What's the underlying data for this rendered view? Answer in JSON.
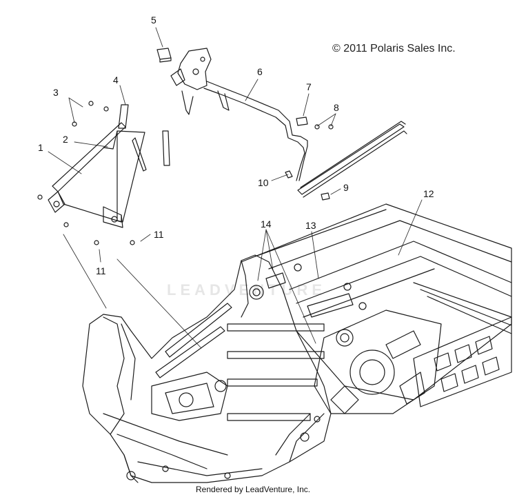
{
  "copyright": "© 2011 Polaris Sales Inc.",
  "footer": "Rendered by LeadVenture, Inc.",
  "watermark": "LEADVENTURE",
  "callouts": {
    "c1": "1",
    "c2": "2",
    "c3": "3",
    "c4": "4",
    "c5": "5",
    "c6": "6",
    "c7": "7",
    "c8": "8",
    "c9": "9",
    "c10": "10",
    "c11a": "11",
    "c11b": "11",
    "c12": "12",
    "c13": "13",
    "c14": "14"
  },
  "colors": {
    "line": "#1a1a1a",
    "leader": "#333333",
    "watermark": "#e6e6e6"
  }
}
